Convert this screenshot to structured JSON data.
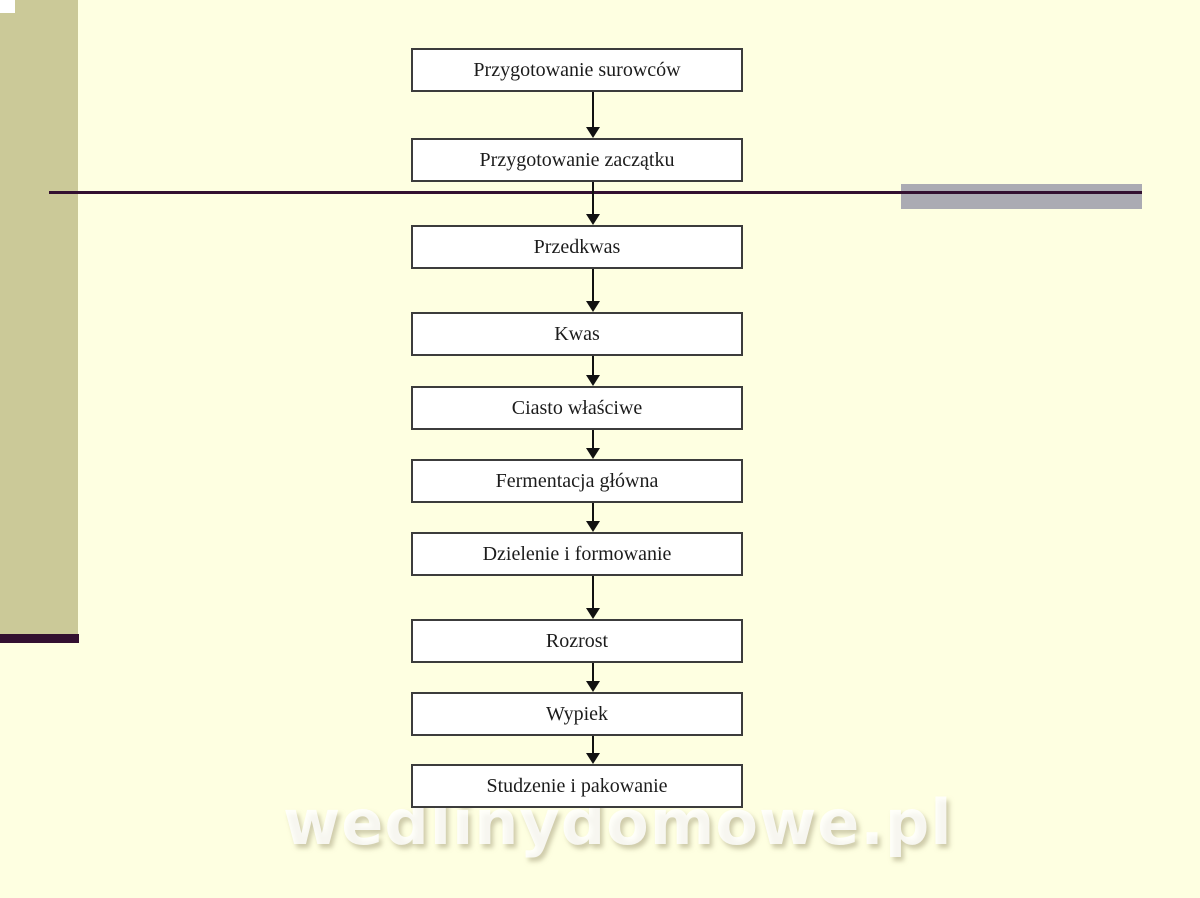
{
  "slide": {
    "watermark_text": "wedlinydomowe.pl",
    "colors": {
      "background": "#FEFFE1",
      "sidebar_bar": "#CBC998",
      "accent_bar": "#ABABB3",
      "rule_line": "#331030",
      "box_background": "#FFFFFF",
      "box_border": "#3C3C3C",
      "box_text": "#1C1C1C",
      "arrow": "#111111"
    }
  },
  "flowchart": {
    "steps": [
      {
        "label": "Przygotowanie surowców"
      },
      {
        "label": "Przygotowanie zaczątku"
      },
      {
        "label": "Przedkwas"
      },
      {
        "label": "Kwas"
      },
      {
        "label": "Ciasto właściwe"
      },
      {
        "label": "Fermentacja główna"
      },
      {
        "label": "Dzielenie i formowanie"
      },
      {
        "label": "Rozrost"
      },
      {
        "label": "Wypiek"
      },
      {
        "label": "Studzenie i pakowanie"
      }
    ]
  }
}
